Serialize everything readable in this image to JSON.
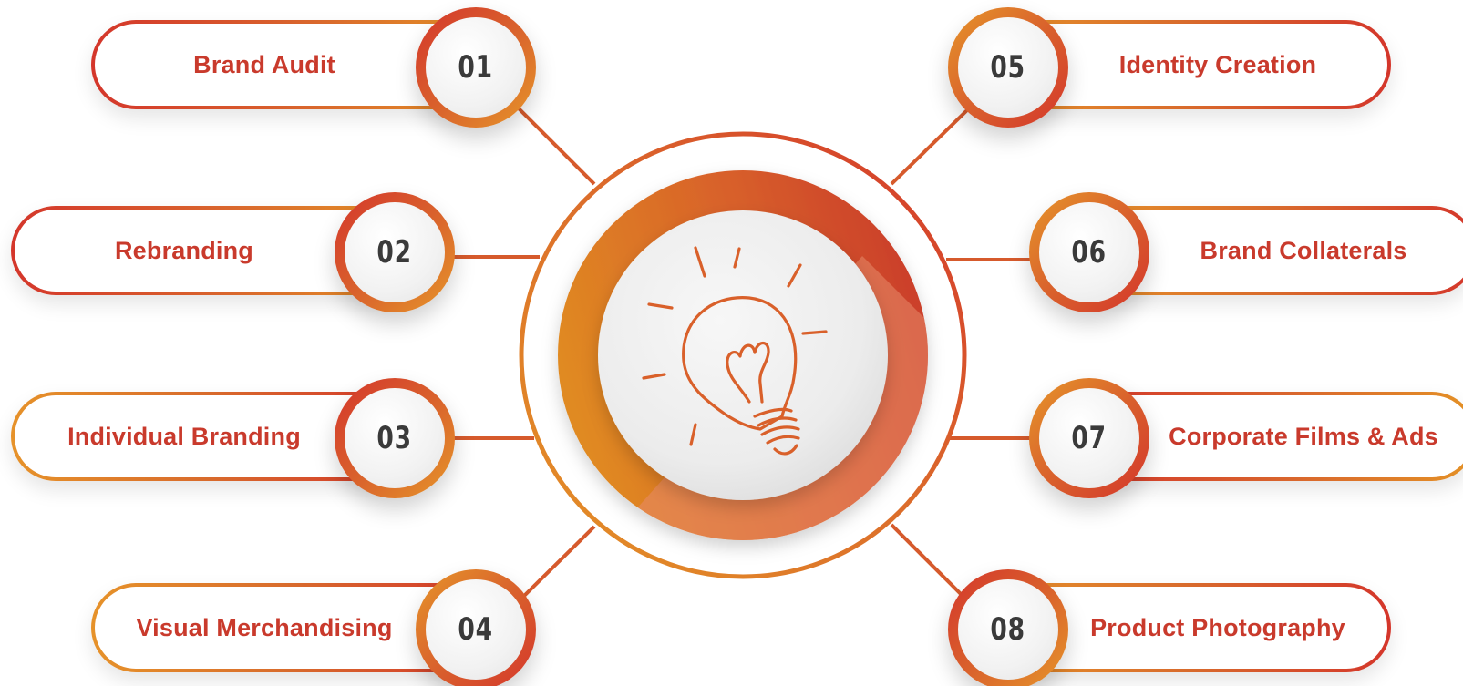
{
  "diagram": {
    "center_icon": "lightbulb-icon",
    "colors": {
      "accent_red": "#d4362b",
      "accent_orange": "#e08a27",
      "label_text": "#c93a2c",
      "number_text": "#3a3a3a"
    },
    "items": [
      {
        "num": "01",
        "label": "Brand Audit"
      },
      {
        "num": "02",
        "label": "Rebranding"
      },
      {
        "num": "03",
        "label": "Individual Branding"
      },
      {
        "num": "04",
        "label": "Visual Merchandising"
      },
      {
        "num": "05",
        "label": "Identity Creation"
      },
      {
        "num": "06",
        "label": "Brand Collaterals"
      },
      {
        "num": "07",
        "label": "Corporate Films & Ads"
      },
      {
        "num": "08",
        "label": "Product Photography"
      }
    ]
  }
}
